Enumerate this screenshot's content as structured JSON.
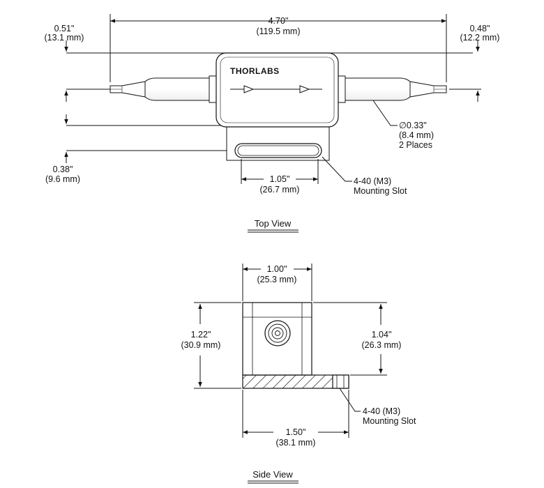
{
  "top_view": {
    "overall_length": {
      "inch": "4.70\"",
      "mm": "(119.5 mm)"
    },
    "left_pigtail": {
      "inch": "0.51\"",
      "mm": "(13.1 mm)"
    },
    "right_pigtail": {
      "inch": "0.48\"",
      "mm": "(12.2 mm)"
    },
    "base_offset": {
      "inch": "0.38\"",
      "mm": "(9.6 mm)"
    },
    "slot_length": {
      "inch": "1.05\"",
      "mm": "(26.7 mm)"
    },
    "diameter": {
      "inch": "∅0.33\"",
      "mm": "(8.4 mm)",
      "note": "2 Places"
    },
    "slot_callout": {
      "line1": "4-40 (M3)",
      "line2": "Mounting Slot"
    },
    "logo": "THORLABS",
    "title": "Top View"
  },
  "side_view": {
    "width": {
      "inch": "1.00\"",
      "mm": "(25.3 mm)"
    },
    "total_height": {
      "inch": "1.22\"",
      "mm": "(30.9 mm)"
    },
    "body_height": {
      "inch": "1.04\"",
      "mm": "(26.3 mm)"
    },
    "base_length": {
      "inch": "1.50\"",
      "mm": "(38.1 mm)"
    },
    "slot_callout": {
      "line1": "4-40 (M3)",
      "line2": "Mounting Slot"
    },
    "title": "Side View"
  }
}
